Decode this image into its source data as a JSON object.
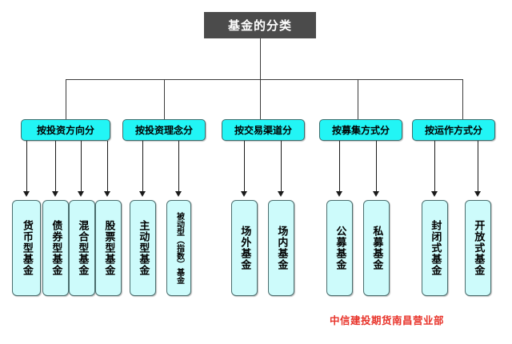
{
  "diagram": {
    "type": "org-chart",
    "title": "基金的分类",
    "colors": {
      "title_background": "#4b4b4b",
      "title_text": "#ffffff",
      "category_fill": "#22f5f5",
      "leaf_fill": "#cdfbfb",
      "border": "#4a6d6d",
      "connector": "#3b3b3b",
      "footer_text": "#e8332a"
    },
    "categories": [
      {
        "label": "按投资方向分",
        "children": [
          {
            "label": "货币型基金"
          },
          {
            "label": "债券型基金"
          },
          {
            "label": "混合型基金"
          },
          {
            "label": "股票型基金"
          }
        ]
      },
      {
        "label": "按投资理念分",
        "children": [
          {
            "label": "主动型基金"
          },
          {
            "label": "被动型（指数）基金"
          }
        ]
      },
      {
        "label": "按交易渠道分",
        "children": [
          {
            "label": "场外基金"
          },
          {
            "label": "场内基金"
          }
        ]
      },
      {
        "label": "按募集方式分",
        "children": [
          {
            "label": "公募基金"
          },
          {
            "label": "私募基金"
          }
        ]
      },
      {
        "label": "按运作方式分",
        "children": [
          {
            "label": "封闭式基金"
          },
          {
            "label": "开放式基金"
          }
        ]
      }
    ],
    "footer": "中信建投期货南昌营业部"
  }
}
